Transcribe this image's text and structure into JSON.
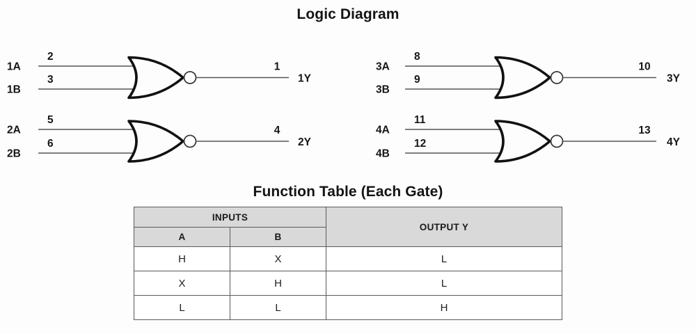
{
  "titles": {
    "logic_diagram": "Logic Diagram",
    "function_table": "Function Table (Each Gate)"
  },
  "schematic": {
    "gate_type": "NOR",
    "gate_count": 4,
    "line_color": "#555555",
    "gate_color": "#111111",
    "gates": [
      {
        "id": "gate-1",
        "input_a_label": "1A",
        "input_a_pin": "2",
        "input_b_label": "1B",
        "input_b_pin": "3",
        "output_label": "1Y",
        "output_pin": "1"
      },
      {
        "id": "gate-3",
        "input_a_label": "3A",
        "input_a_pin": "8",
        "input_b_label": "3B",
        "input_b_pin": "9",
        "output_label": "3Y",
        "output_pin": "10"
      },
      {
        "id": "gate-2",
        "input_a_label": "2A",
        "input_a_pin": "5",
        "input_b_label": "2B",
        "input_b_pin": "6",
        "output_label": "2Y",
        "output_pin": "4"
      },
      {
        "id": "gate-4",
        "input_a_label": "4A",
        "input_a_pin": "11",
        "input_b_label": "4B",
        "input_b_pin": "12",
        "output_label": "4Y",
        "output_pin": "13"
      }
    ]
  },
  "function_table": {
    "group_header_inputs": "INPUTS",
    "header_output": "OUTPUT Y",
    "columns": [
      "A",
      "B"
    ],
    "rows": [
      {
        "a": "H",
        "b": "X",
        "y": "L"
      },
      {
        "a": "X",
        "b": "H",
        "y": "L"
      },
      {
        "a": "L",
        "b": "L",
        "y": "H"
      }
    ]
  },
  "colors": {
    "background": "#fdfdfe",
    "header_fill": "#d9d9d9",
    "border": "#595959",
    "text": "#161616"
  }
}
